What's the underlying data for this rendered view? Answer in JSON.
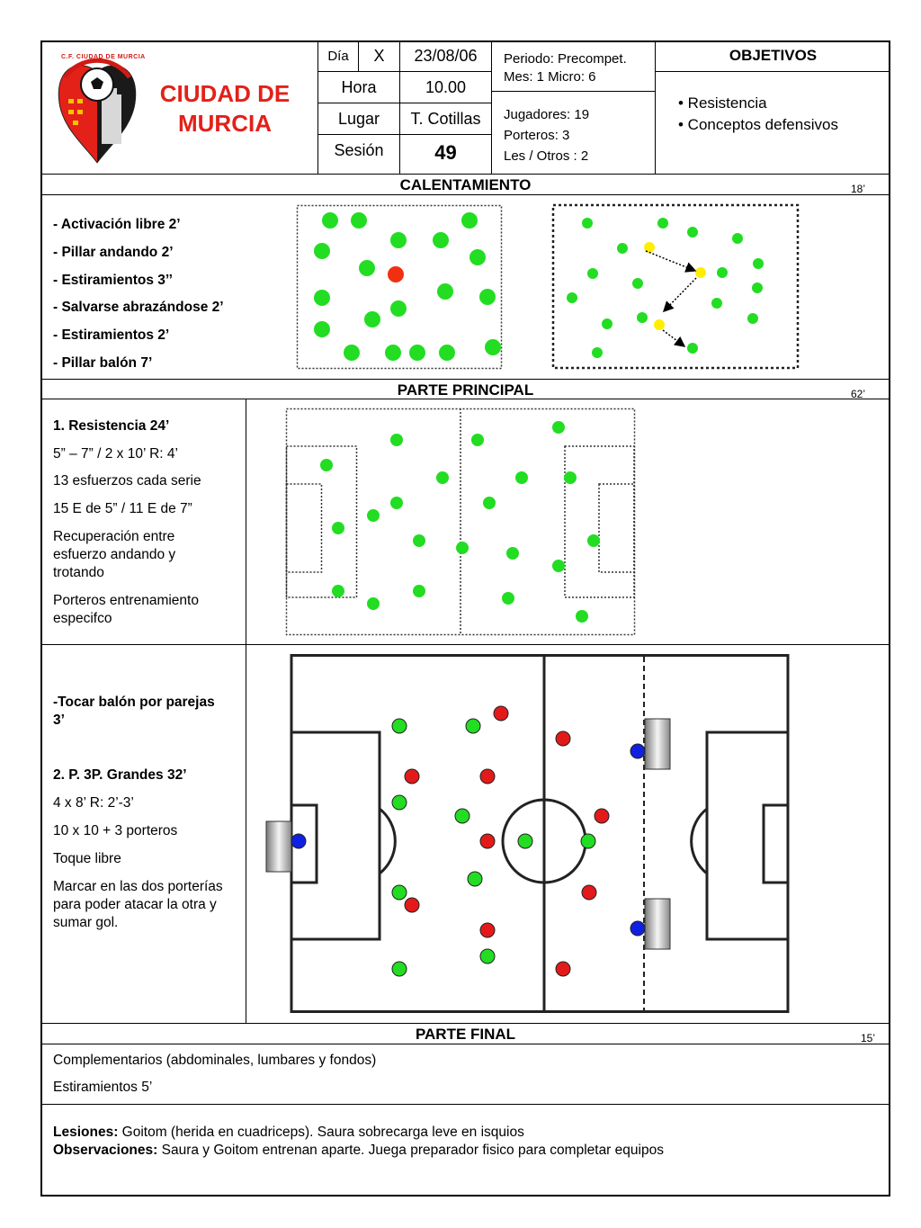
{
  "header": {
    "club_name_line1": "CIUDAD DE",
    "club_name_line2": "MURCIA",
    "logo_text": "C.F. CIUDAD DE MURCIA",
    "dia_label": "Día",
    "dia_mark": "X",
    "date": "23/08/06",
    "hora_label": "Hora",
    "hora_value": "10.00",
    "lugar_label": "Lugar",
    "lugar_value": "T. Cotillas",
    "sesion_label": "Sesión",
    "sesion_value": "49",
    "periodo": "Periodo: Precompet.",
    "mes_micro": "Mes: 1  Micro: 6",
    "jugadores": "Jugadores:  19",
    "porteros": "Porteros: 3",
    "les_otros": "Les / Otros : 2",
    "objetivos_title": "OBJETIVOS",
    "objetivos": [
      "• Resistencia",
      "• Conceptos defensivos"
    ]
  },
  "calentamiento": {
    "title": "CALENTAMIENTO",
    "minutes": "18’",
    "items": [
      "- Activación libre 2’",
      "- Pillar andando 2’",
      "- Estiramientos 3’’",
      "- Salvarse abrazándose 2’",
      "- Estiramientos 2’",
      "- Pillar balón 7’"
    ]
  },
  "principal": {
    "title": "PARTE PRINCIPAL",
    "minutes": "62’",
    "block1": {
      "heading": "1.  Resistencia  24’",
      "lines": [
        "5” – 7” /  2 x 10’   R: 4’",
        "13 esfuerzos cada serie",
        "15 E de 5” / 11 E de 7”",
        "Recuperación entre",
        "esfuerzo andando y",
        "trotando",
        "Porteros entrenamiento",
        "especifco"
      ]
    },
    "block2": {
      "heading1": "-Tocar balón por parejas",
      "heading1b": "3’",
      "heading2": "2. P. 3P. Grandes  32’",
      "lines": [
        "4 x 8’ R: 2’-3’",
        "10 x 10 + 3 porteros",
        "Toque libre",
        "Marcar en las dos porterías",
        "para poder atacar la otra y",
        "sumar gol."
      ]
    }
  },
  "final": {
    "title": "PARTE FINAL",
    "minutes": "15’",
    "lines": [
      "Complementarios (abdominales, lumbares y fondos)",
      "Estiramientos  5’"
    ]
  },
  "notes": {
    "lesiones_label": "Lesiones:",
    "lesiones_text": "Goitom (herida en cuadriceps). Saura sobrecarga leve en isquios",
    "observaciones_label": "Observaciones:",
    "observaciones_text": "Saura y Goitom entrenan aparte. Juega preparador fisico para completar equipos"
  },
  "colors": {
    "green_player": "#22dd22",
    "red_player": "#e31a1a",
    "blue_keeper": "#1020e0",
    "yellow_player": "#ffee00",
    "club_red": "#e32119",
    "orange_player": "#f03010"
  }
}
